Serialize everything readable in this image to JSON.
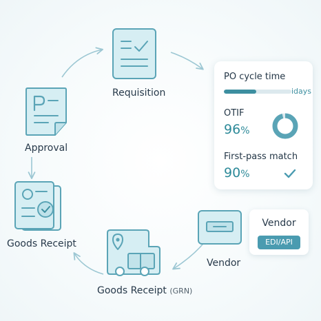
{
  "nodes": {
    "requisition": "Requisition",
    "approval": "Approval",
    "goods_receipt_left": "Goods Receipt",
    "goods_receipt_bottom": "Goods Receipt",
    "goods_receipt_bottom_suffix": "(GRN)",
    "vendor": "Vendor"
  },
  "metrics": {
    "po_cycle_time": {
      "label": "PO cycle time",
      "unit": "idays",
      "fill": 0.48
    },
    "otif": {
      "label": "OTIF",
      "value": "96",
      "suffix": "%",
      "fraction": 0.96
    },
    "first_pass_match": {
      "label": "First-pass match",
      "value": "90",
      "suffix": "%"
    }
  },
  "vendor_card": {
    "title": "Vendor",
    "badge": "EDI/API"
  },
  "colors": {
    "accent": "#3d8fa0",
    "icon_fill": "#d6eef3",
    "icon_stroke": "#5aa4b6",
    "arrow": "#9cc7d3"
  }
}
